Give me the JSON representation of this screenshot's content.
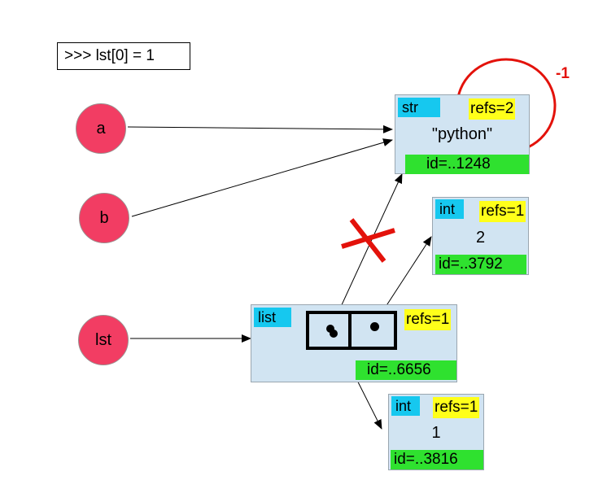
{
  "code": ">>> lst[0] = 1",
  "variables": {
    "a": "a",
    "b": "b",
    "lst": "lst"
  },
  "str_obj": {
    "type": "str",
    "refs": "refs=2",
    "value": "\"python\"",
    "id": "id=..1248"
  },
  "int2_obj": {
    "type": "int",
    "refs": "refs=1",
    "value": "2",
    "id": "id=..3792"
  },
  "list_obj": {
    "type": "list",
    "refs": "refs=1",
    "id": "id=..6656"
  },
  "int1_obj": {
    "type": "int",
    "refs": "refs=1",
    "value": "1",
    "id": "id=..3816"
  },
  "refcount_change": "-1",
  "colors": {
    "variable": "#f23d63",
    "object": "#d1e4f2",
    "type_tag": "#16c8ef",
    "refs": "#ffff1a",
    "id": "#2fe12f",
    "highlight": "#e3120b"
  }
}
